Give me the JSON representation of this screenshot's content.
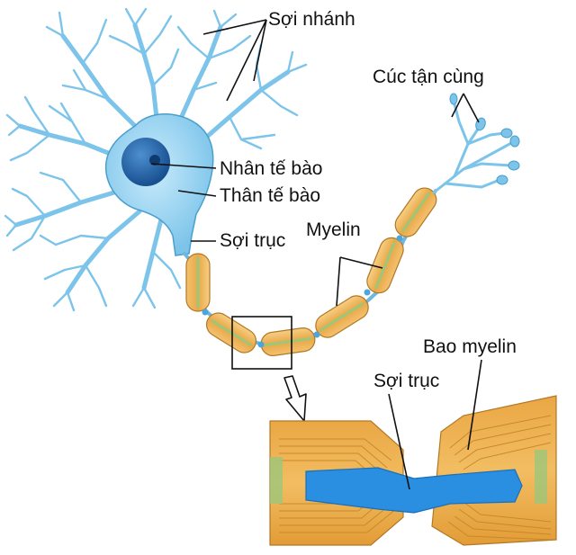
{
  "labels": {
    "dendrites": "Sợi nhánh",
    "terminals": "Cúc tận cùng",
    "nucleus": "Nhân tế bào",
    "cell_body": "Thân tế bào",
    "axon": "Sợi trục",
    "myelin": "Myelin",
    "myelin_sheath": "Bao myelin",
    "axon_zoom": "Sợi trục"
  },
  "colors": {
    "cell": "#8fd0ef",
    "cell_stroke": "#4a9fcc",
    "nucleus": "#1e63a8",
    "myelin": "#f0b45a",
    "myelin_dark": "#c98a2e",
    "myelin_band": "#9cc77a",
    "axon_core": "#2a8fe0",
    "zoom_bg": "#e8a33f"
  }
}
